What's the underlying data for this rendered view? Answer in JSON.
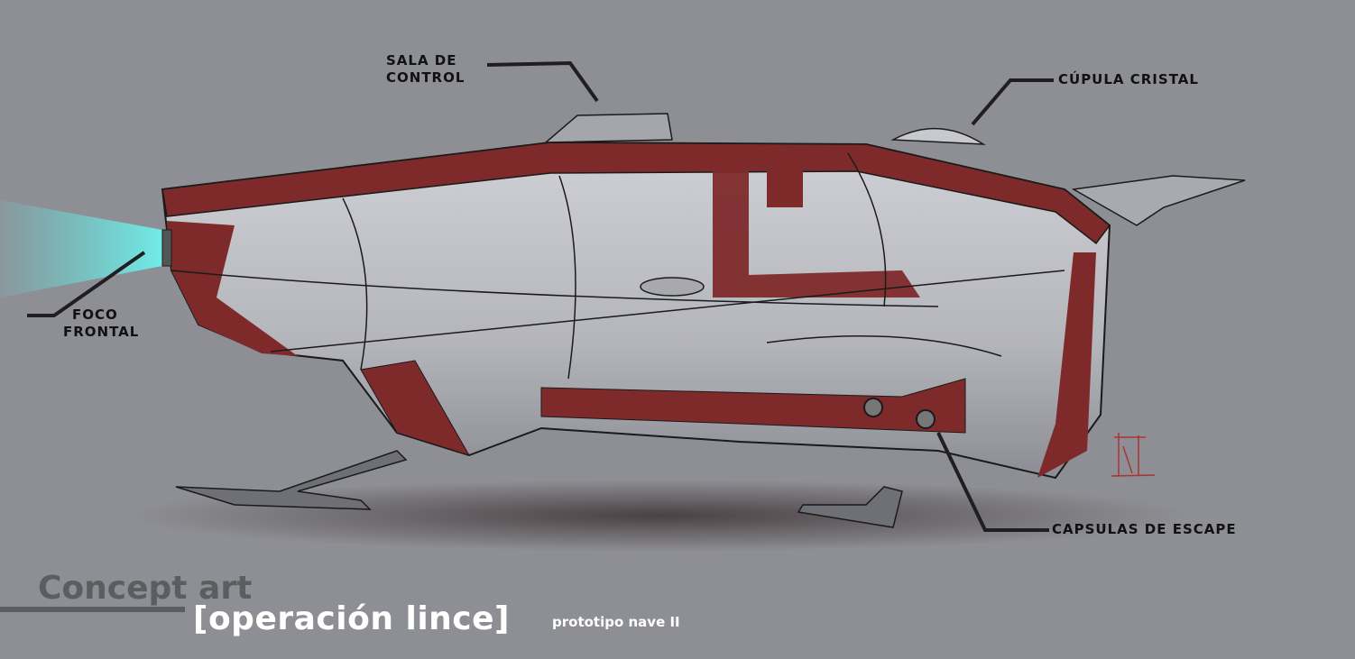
{
  "labels": {
    "control_room": [
      "SALA DE",
      "CONTROL"
    ],
    "crystal_dome": "CÚPULA CRISTAL",
    "front_light": [
      "FOCO",
      "FRONTAL"
    ],
    "escape_pods": "CAPSULAS DE ESCAPE"
  },
  "footer": {
    "concept": "Concept art",
    "project": "[operación lince]",
    "subtitle": "prototipo nave II"
  },
  "colors": {
    "background": "#8e8f94",
    "hull": "#b5b6bc",
    "stripe": "#7e2a2b",
    "light": "#5fe3e0"
  }
}
